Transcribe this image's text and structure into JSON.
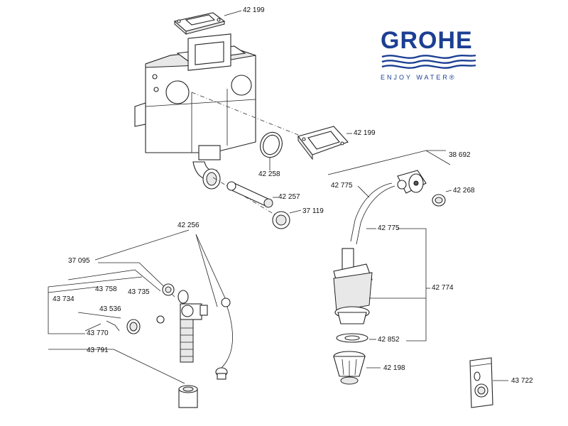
{
  "brand": {
    "name": "GROHE",
    "tagline": "ENJOY WATER®",
    "color": "#1b3f93"
  },
  "part_numbers": {
    "p42199_top": "42 199",
    "p42199_right": "42 199",
    "p42258": "42 258",
    "p42257": "42 257",
    "p37119": "37 119",
    "p38692": "38 692",
    "p42775_a": "42 775",
    "p42268": "42 268",
    "p42775_b": "42 775",
    "p42774": "42 774",
    "p42852": "42 852",
    "p42198": "42 198",
    "p43722": "43 722",
    "p42256": "42 256",
    "p37095": "37 095",
    "p43758": "43 758",
    "p43735": "43 735",
    "p43734": "43 734",
    "p43536": "43 536",
    "p43770": "43 770",
    "p43791": "43 791"
  }
}
